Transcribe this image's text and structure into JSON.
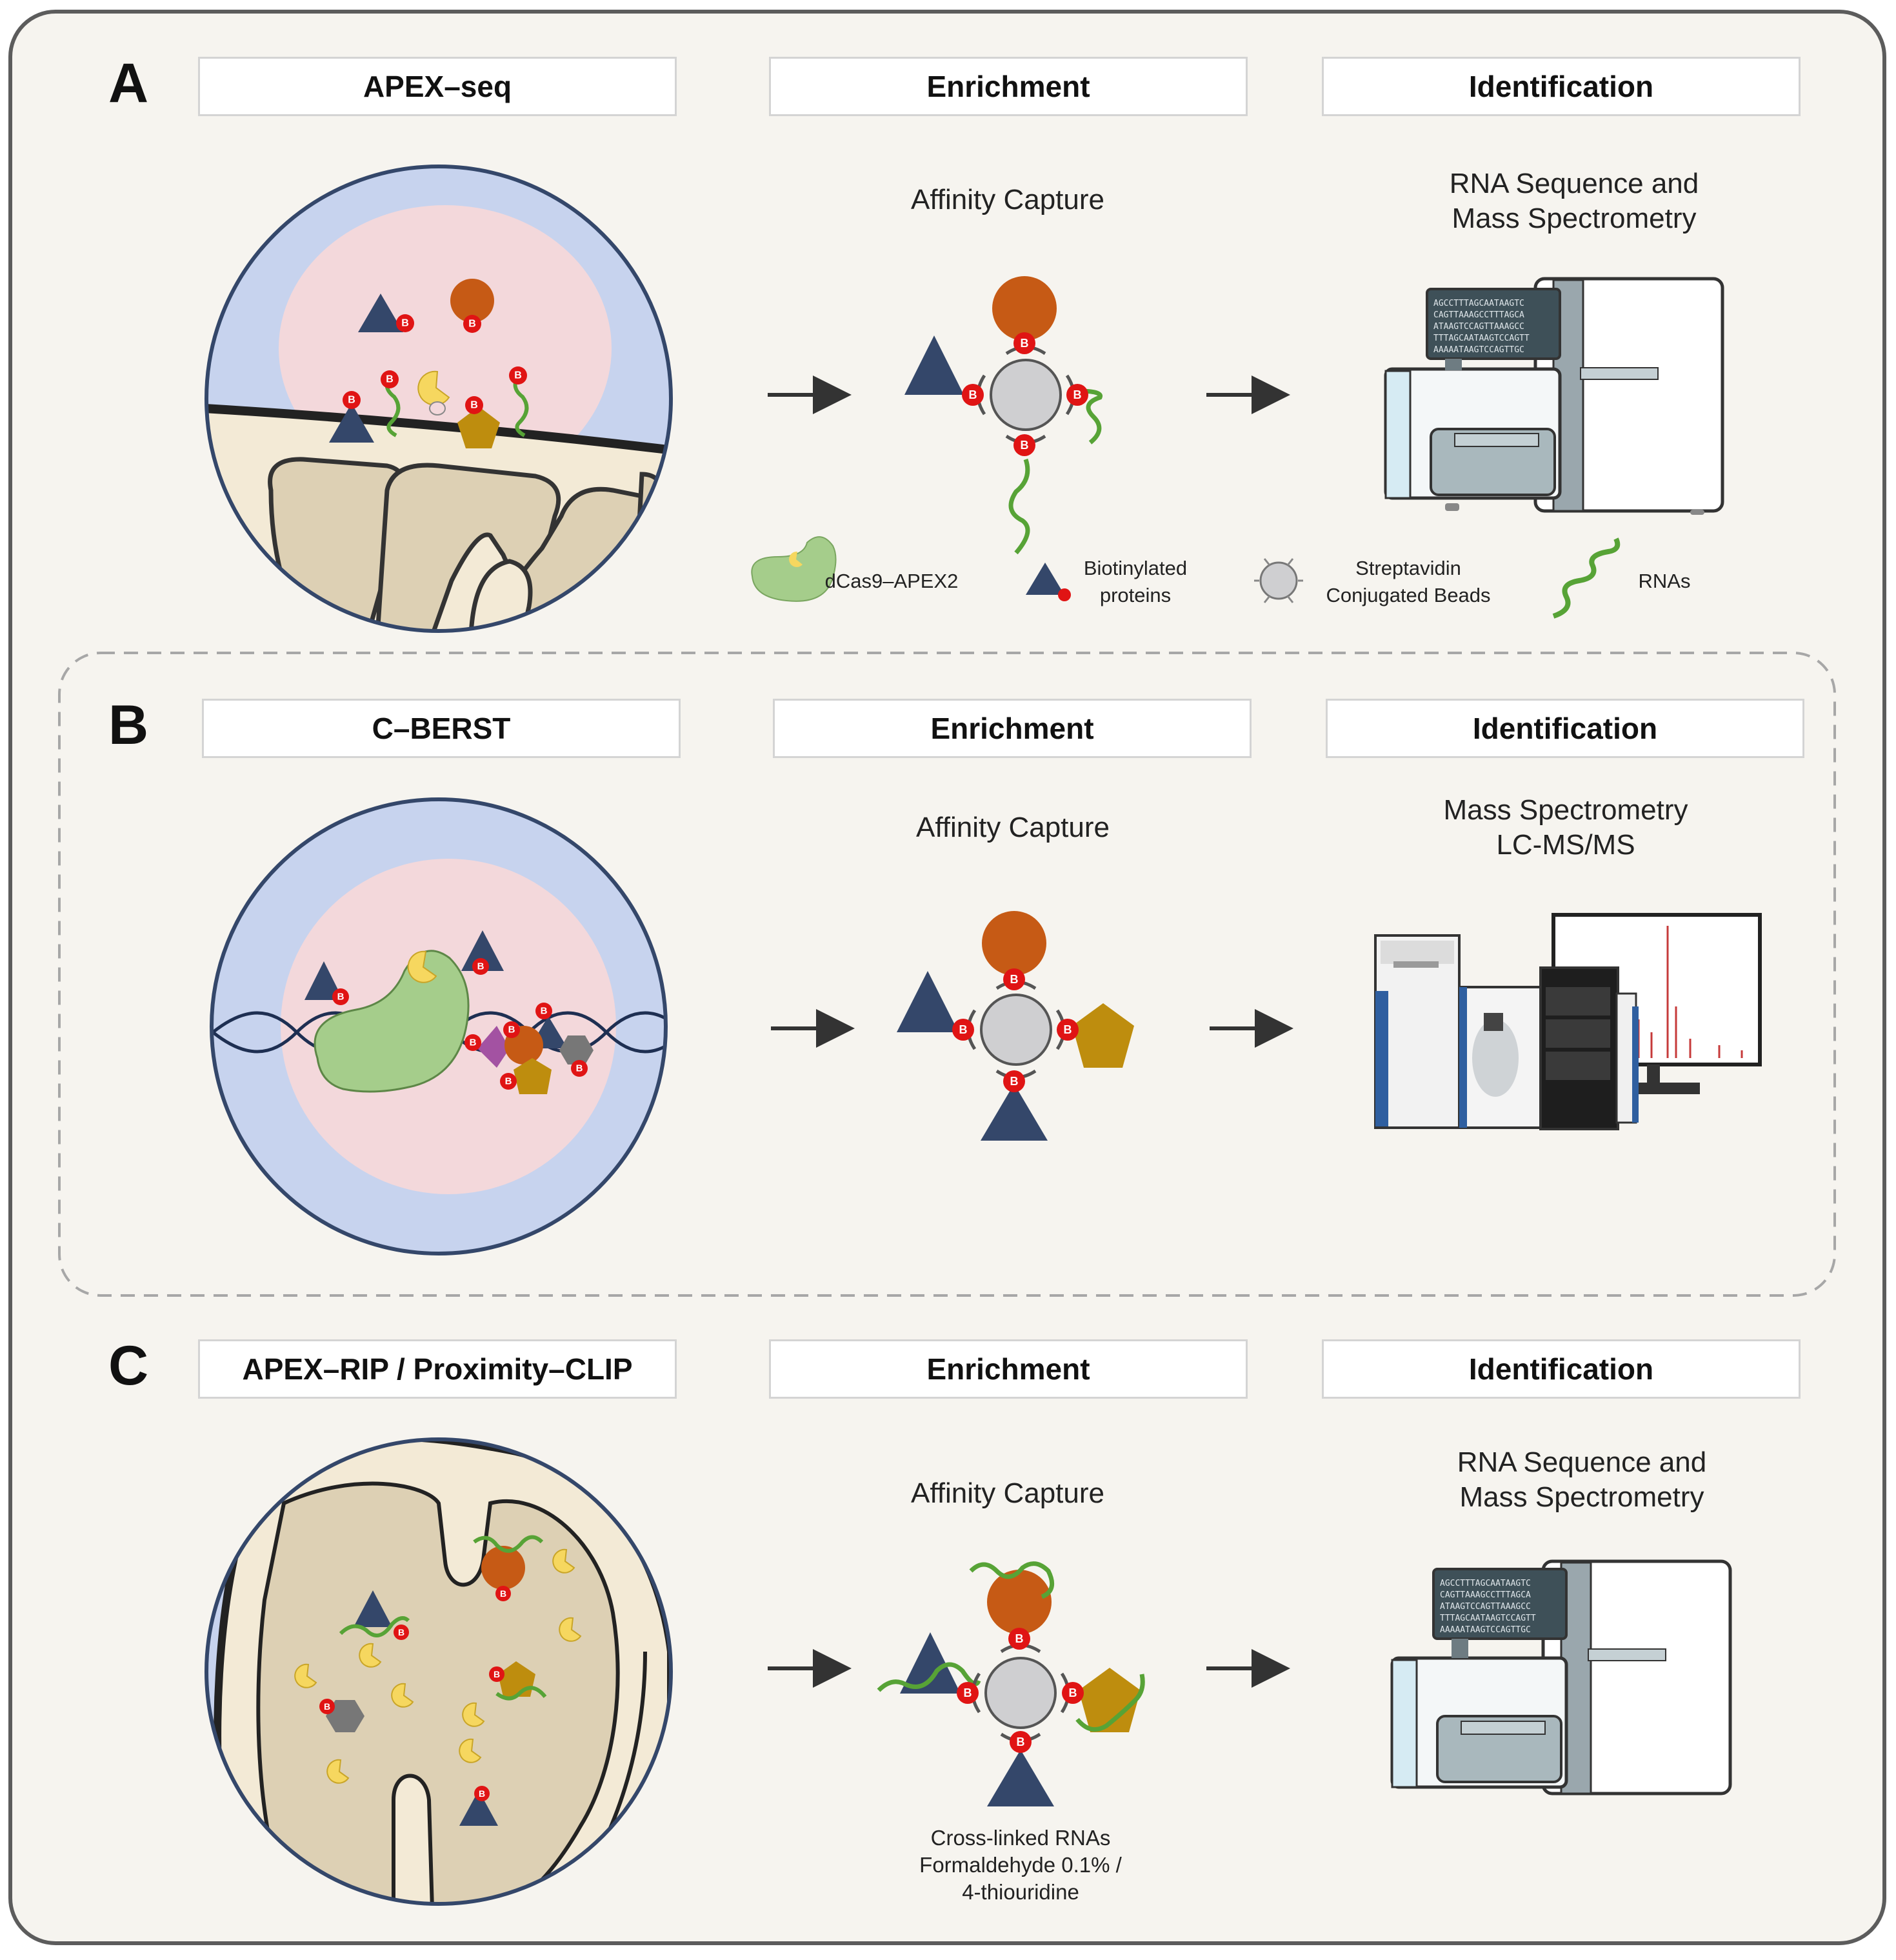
{
  "colors": {
    "background": "#f6f4ef",
    "border": "#5c5c5c",
    "navy": "#34476a",
    "orange": "#c65a15",
    "gold": "#be8d0e",
    "green_rna": "#57a336",
    "dcas9": "#a5cd8b",
    "apex": "#f6d75f",
    "biotin": "#e01414",
    "bead": "#cfcfd1",
    "nucleus_outer": "#c7d3ee",
    "nucleus_inner": "#f3d8db",
    "mito_matrix": "#ddd0b4",
    "mito_membrane": "#f3ead6"
  },
  "panels": [
    {
      "letter": "A",
      "method": "APEX–seq",
      "step2": "Enrichment",
      "step3": "Identification",
      "capture_label": "Affinity Capture",
      "identification_label": [
        "RNA Sequence and",
        "Mass Spectrometry"
      ],
      "sequence_lines": [
        "AGCCTTTAGCAATAAGTC",
        "CAGTTAAAGCCTTTAGCA",
        "ATAAGTCCAGTTAAAGCC",
        "TTTAGCAATAAGTCCAGTT",
        "AAAAATAAGTCCAGTTGC"
      ]
    },
    {
      "letter": "B",
      "method": "C–BERST",
      "step2": "Enrichment",
      "step3": "Identification",
      "capture_label": "Affinity Capture",
      "identification_label": [
        "Mass Spectrometry",
        "LC-MS/MS"
      ]
    },
    {
      "letter": "C",
      "method": "APEX–RIP / Proximity–CLIP",
      "step2": "Enrichment",
      "step3": "Identification",
      "capture_label": "Affinity Capture",
      "identification_label": [
        "RNA Sequence and",
        "Mass Spectrometry"
      ],
      "crosslink_note": [
        "Cross-linked RNAs",
        "Formaldehyde 0.1% /",
        "4-thiouridine"
      ],
      "sequence_lines": [
        "AGCCTTTAGCAATAAGTC",
        "CAGTTAAAGCCTTTAGCA",
        "ATAAGTCCAGTTAAAGCC",
        "TTTAGCAATAAGTCCAGTT",
        "AAAAATAAGTCCAGTTGC"
      ]
    }
  ],
  "legend": [
    {
      "icon": "dcas9-apex2-icon",
      "label": "dCas9–APEX2"
    },
    {
      "icon": "biotinylated-protein-icon",
      "label": [
        "Biotinylated",
        "proteins"
      ]
    },
    {
      "icon": "streptavidin-bead-icon",
      "label": [
        "Streptavidin",
        "Conjugated Beads"
      ]
    },
    {
      "icon": "rna-icon",
      "label": "RNAs"
    }
  ],
  "biotin_label": "B"
}
